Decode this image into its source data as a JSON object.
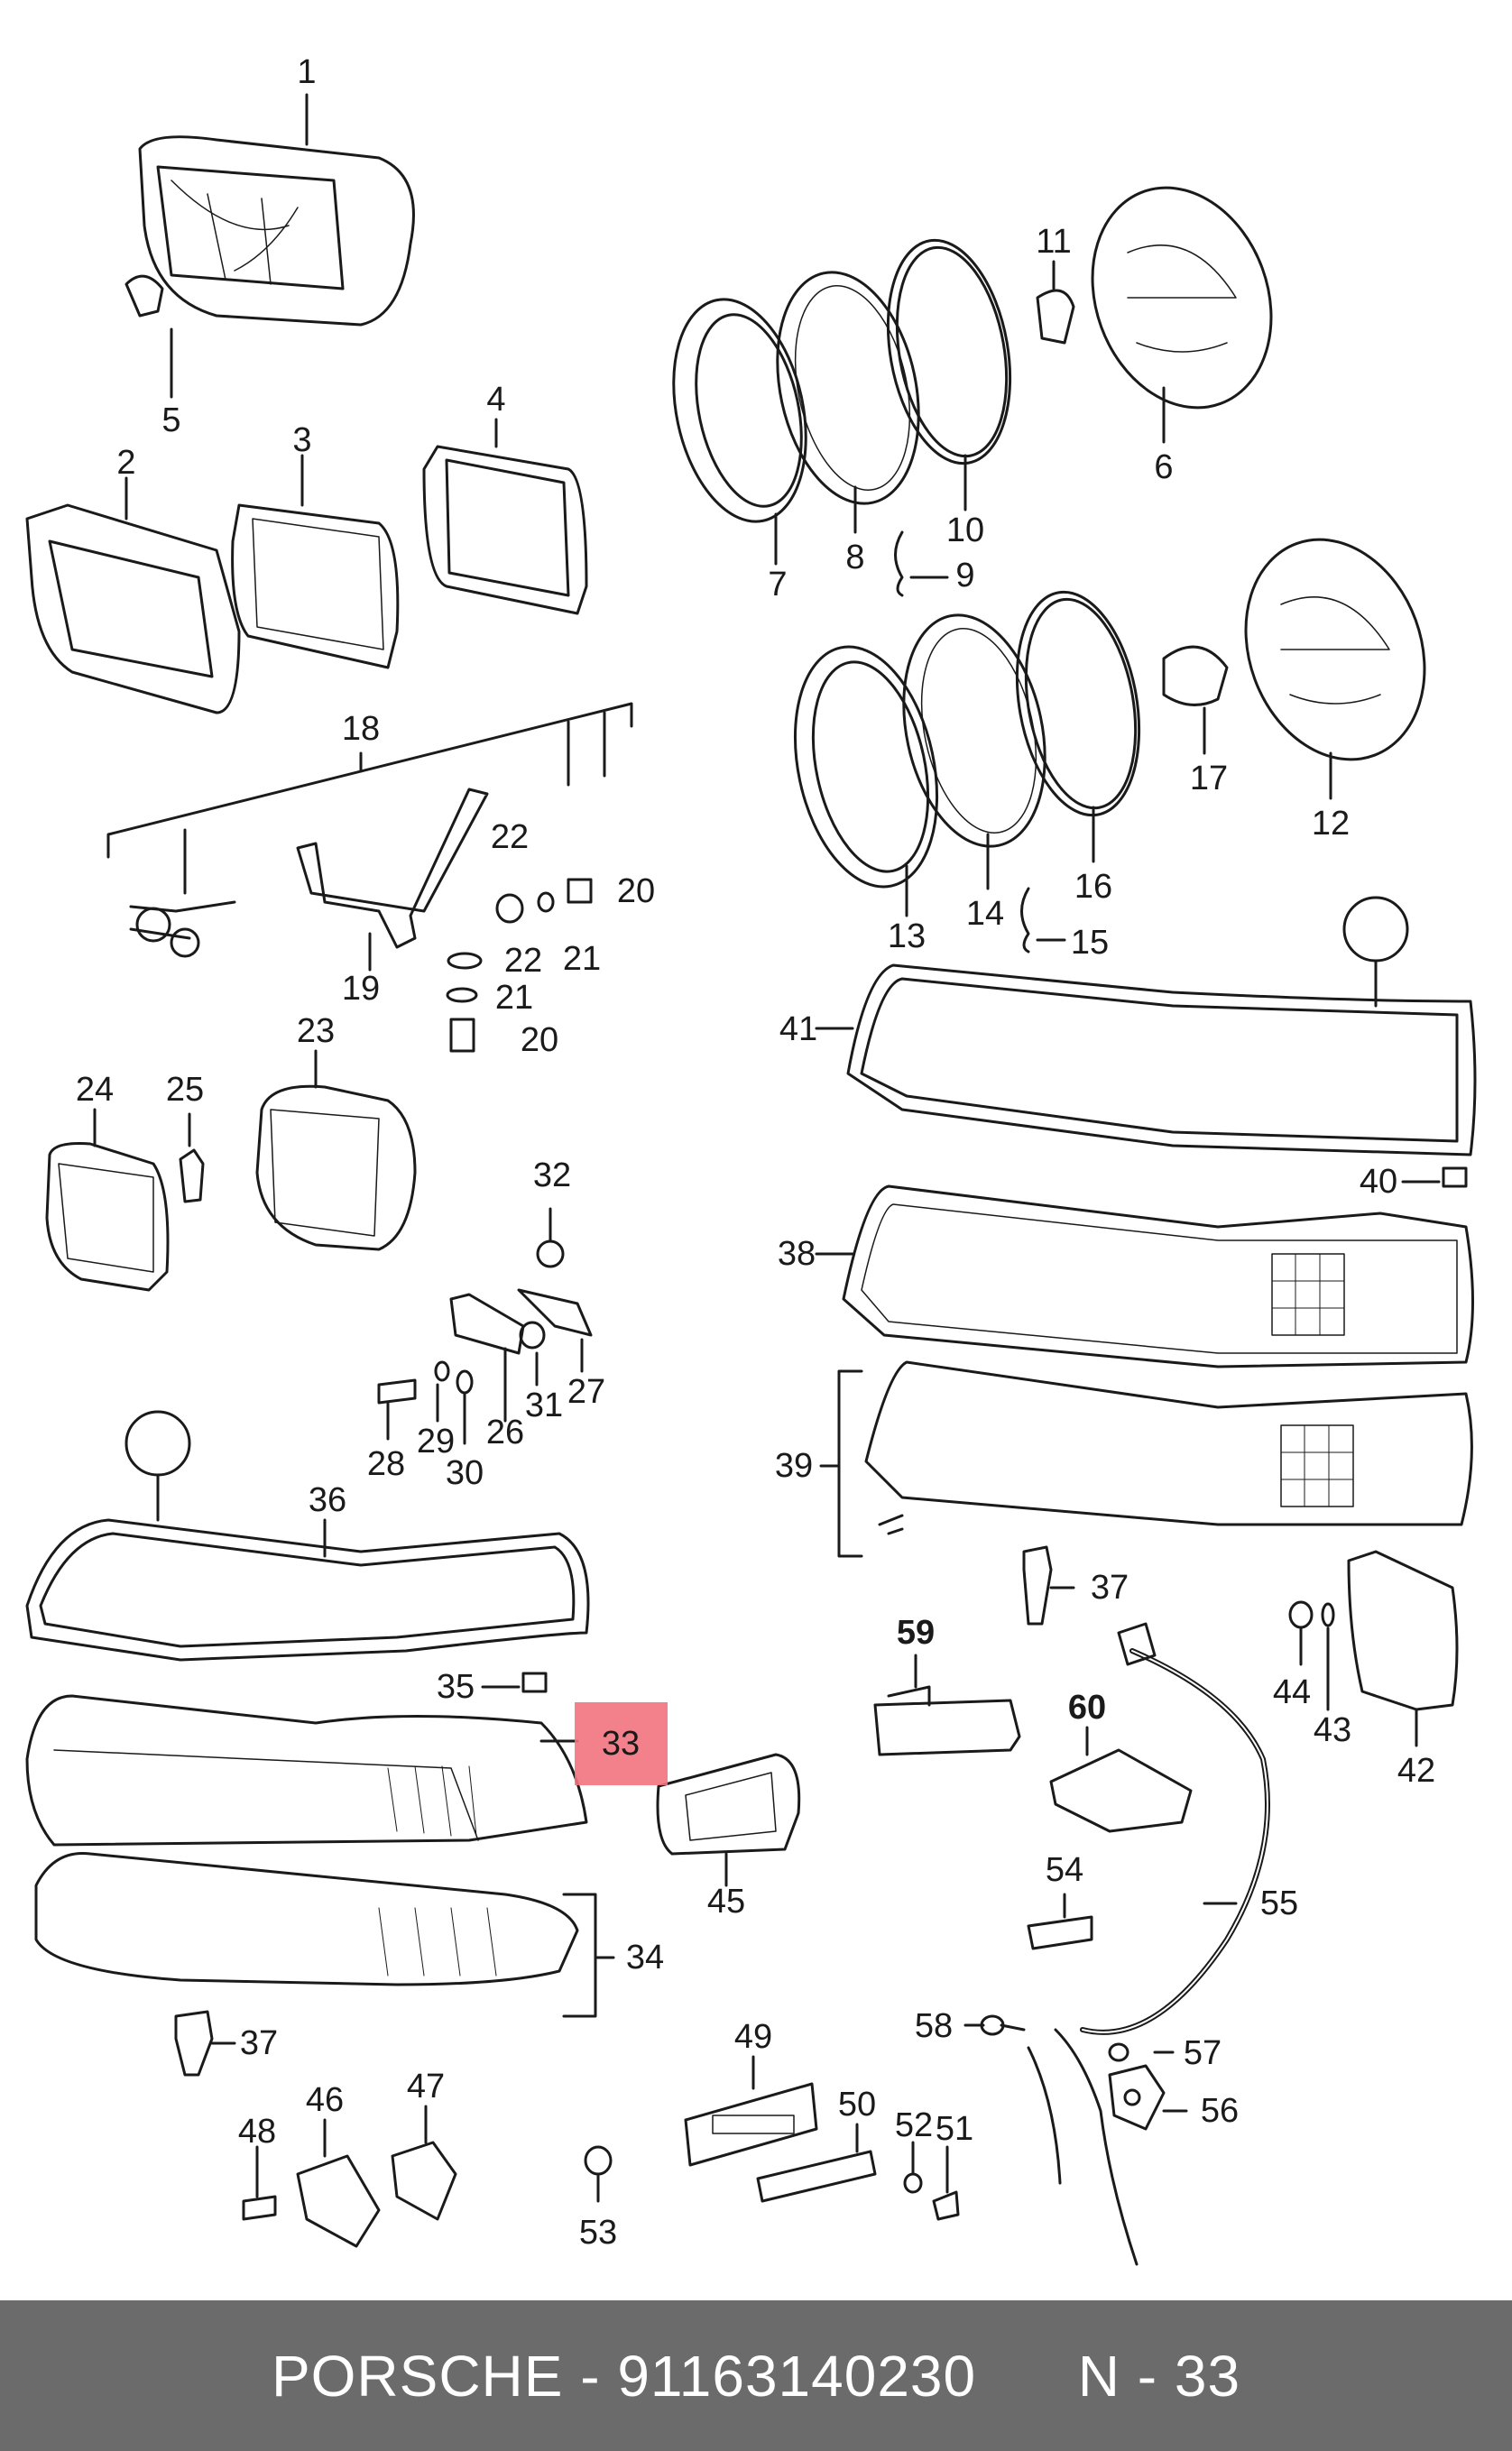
{
  "diagram": {
    "highlighted_part": "33",
    "highlight_color": "#f2737f",
    "labels": {
      "p1": "1",
      "p2": "2",
      "p3": "3",
      "p4": "4",
      "p5": "5",
      "p6": "6",
      "p7": "7",
      "p8": "8",
      "p9": "9",
      "p10": "10",
      "p11": "11",
      "p12": "12",
      "p13": "13",
      "p14": "14",
      "p15": "15",
      "p16": "16",
      "p17": "17",
      "p18": "18",
      "p19": "19",
      "p20a": "20",
      "p20b": "20",
      "p21a": "21",
      "p21b": "21",
      "p22a": "22",
      "p22b": "22",
      "p23": "23",
      "p24": "24",
      "p25": "25",
      "p26": "26",
      "p27": "27",
      "p28": "28",
      "p29": "29",
      "p30": "30",
      "p31": "31",
      "p32": "32",
      "p33": "33",
      "p34": "34",
      "p35": "35",
      "p36": "36",
      "p37a": "37",
      "p37b": "37",
      "p38": "38",
      "p39": "39",
      "p40": "40",
      "p41": "41",
      "p42": "42",
      "p43": "43",
      "p44": "44",
      "p45": "45",
      "p46": "46",
      "p47": "47",
      "p48": "48",
      "p49": "49",
      "p50": "50",
      "p51": "51",
      "p52": "52",
      "p53": "53",
      "p54": "54",
      "p55": "55",
      "p56": "56",
      "p57": "57",
      "p58": "58",
      "p59": "59",
      "p60": "60"
    }
  },
  "footer": {
    "brand": "PORSCHE",
    "separator": " - ",
    "part_number": "91163140230",
    "position": "N - 33"
  }
}
